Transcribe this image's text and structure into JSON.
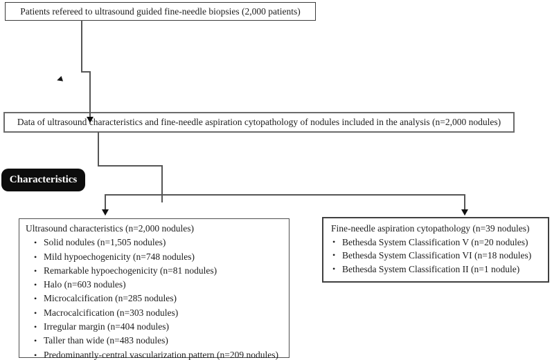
{
  "top_box": {
    "text": "Patients refereed to ultrasound guided fine-needle biopsies (2,000 patients)"
  },
  "data_box": {
    "text": "Data of ultrasound characteristics and fine-needle aspiration cytopathology of nodules included in the analysis (n=2,000 nodules)"
  },
  "characteristics_label": "Characteristics",
  "ultrasound_box": {
    "title": "Ultrasound characteristics (n=2,000 nodules)",
    "items": [
      "Solid nodules (n=1,505 nodules)",
      "Mild hypoechogenicity (n=748 nodules)",
      "Remarkable hypoechogenicity (n=81 nodules)",
      "Halo (n=603 nodules)",
      "Microcalcification (n=285 nodules)",
      "Macrocalcification (n=303 nodules)",
      "Irregular margin (n=404 nodules)",
      "Taller than wide (n=483 nodules)",
      "Predominantly-central vascularization pattern (n=209 nodules)"
    ]
  },
  "fna_box": {
    "title": "Fine-needle aspiration cytopathology (n=39 nodules)",
    "items": [
      "Bethesda System Classification V (n=20 nodules)",
      "Bethesda System Classification VI (n=18 nodules)",
      "Bethesda System Classification II (n=1 nodule)"
    ]
  },
  "glyphs": {
    "bullet": "•"
  },
  "colors": {
    "background": "#ffffff",
    "text": "#1c1c1c",
    "box_border": "#4f4f4f",
    "line": "#555555",
    "label_bg": "#0d0d0d",
    "label_text": "#ffffff",
    "arrowhead": "#111111"
  }
}
